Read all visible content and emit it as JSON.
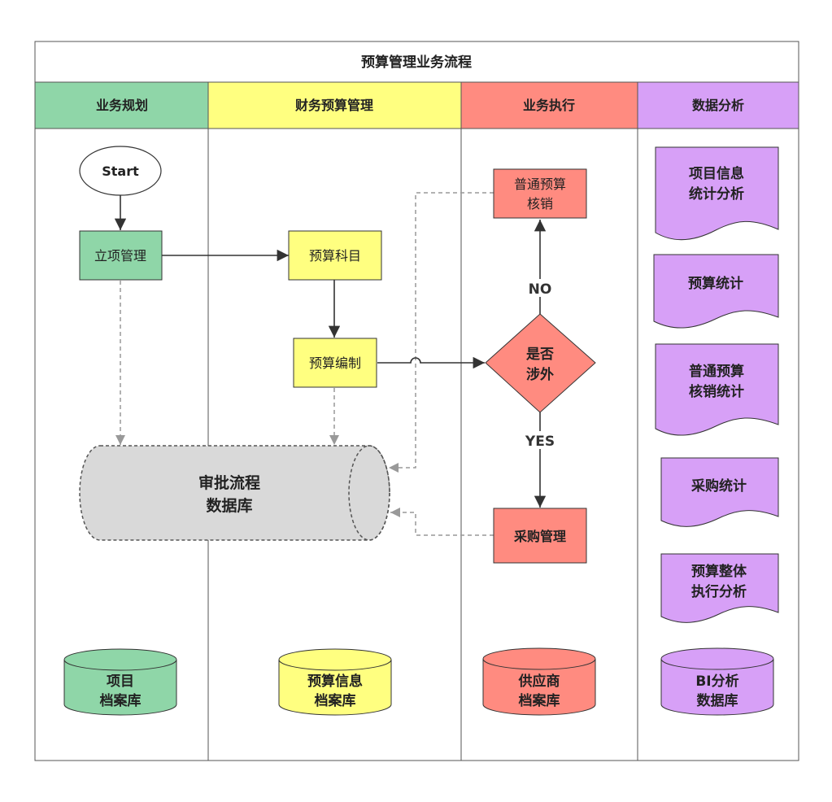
{
  "title": "预算管理业务流程",
  "lanes": [
    {
      "label": "业务规划",
      "color": "#8fd6a8"
    },
    {
      "label": "财务预算管理",
      "color": "#ffff80"
    },
    {
      "label": "业务执行",
      "color": "#ff8b80"
    },
    {
      "label": "数据分析",
      "color": "#d7a0f7"
    }
  ],
  "nodes": {
    "start": "Start",
    "project_mgmt": "立项管理",
    "budget_subject": "预算科目",
    "budget_compile": "预算编制",
    "decision_line1": "是否",
    "decision_line2": "涉外",
    "normal_writeoff_line1": "普通预算",
    "normal_writeoff_line2": "核销",
    "purchase_mgmt": "采购管理",
    "approval_db_line1": "审批流程",
    "approval_db_line2": "数据库",
    "no_label": "NO",
    "yes_label": "YES"
  },
  "databases": {
    "project_line1": "项目",
    "project_line2": "档案库",
    "budget_info_line1": "预算信息",
    "budget_info_line2": "档案库",
    "supplier_line1": "供应商",
    "supplier_line2": "档案库",
    "bi_line1": "BI分析",
    "bi_line2": "数据库"
  },
  "analysis": {
    "item1_line1": "项目信息",
    "item1_line2": "统计分析",
    "item2": "预算统计",
    "item3_line1": "普通预算",
    "item3_line2": "核销统计",
    "item4": "采购统计",
    "item5_line1": "预算整体",
    "item5_line2": "执行分析"
  },
  "colors": {
    "green": "#8fd6a8",
    "yellow": "#ffff80",
    "red": "#ff8b80",
    "purple": "#d7a0f7",
    "gray": "#d9d9d9"
  }
}
